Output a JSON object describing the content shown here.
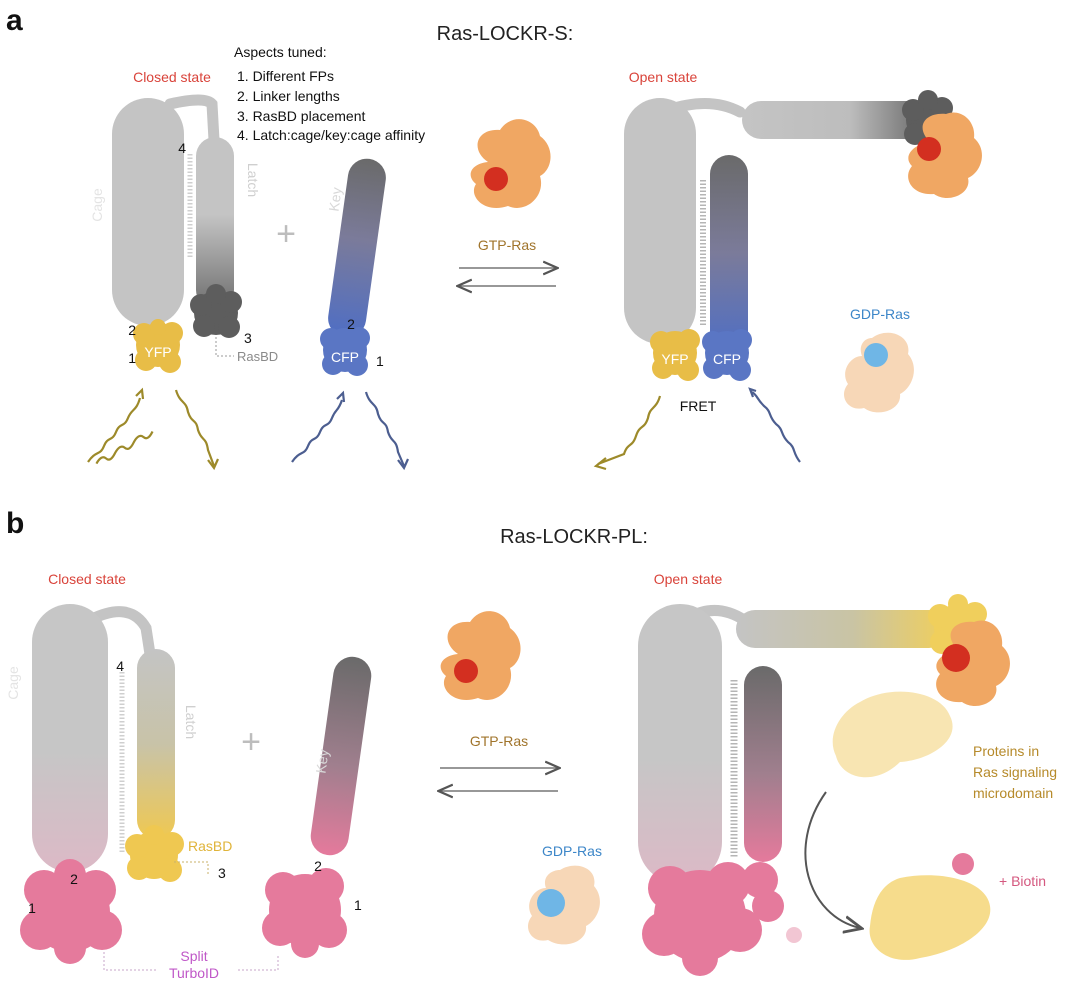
{
  "colors": {
    "cage": "#c4c4c4",
    "latch_dark": "#6f6f6f",
    "key_dark": "#6a6a6a",
    "yfp": "#e8bd47",
    "cfp": "#5a76c4",
    "ras": "#f0a763",
    "ras_pale": "#f7d7b7",
    "gtp_dot": "#d32f20",
    "gdp_dot": "#6fb6e6",
    "turbo": "#e57a9c",
    "title_red": "#d9433a",
    "gtp_label": "#a0742b",
    "gdp_label": "#3c86c8",
    "split_label": "#c058c8",
    "proteins_label": "#b68a2a",
    "wave_yellow": "#9d8a2a",
    "wave_blue": "#4c5e90"
  },
  "panel_a": {
    "letter": "a",
    "title": "Ras-LOCKR-S:",
    "closed_label": "Closed state",
    "open_label": "Open state",
    "aspects_heading": "Aspects tuned:",
    "aspects": [
      "1. Different FPs",
      "2. Linker lengths",
      "3. RasBD placement",
      "4. Latch:cage/key:cage affinity"
    ],
    "cage_label": "Cage",
    "latch_label": "Latch",
    "key_label": "Key",
    "plus": "+",
    "yfp": "YFP",
    "cfp": "CFP",
    "rasbd": "RasBD",
    "num_1": "1",
    "num_2": "2",
    "num_3": "3",
    "num_4": "4",
    "key_num_1": "1",
    "key_num_2": "2",
    "gtp_ras": "GTP-Ras",
    "gdp_ras": "GDP-Ras",
    "fret": "FRET",
    "open_yfp": "YFP",
    "open_cfp": "CFP"
  },
  "panel_b": {
    "letter": "b",
    "title": "Ras-LOCKR-PL:",
    "closed_label": "Closed state",
    "open_label": "Open state",
    "cage_label": "Cage",
    "latch_label": "Latch",
    "key_label": "Key",
    "plus": "+",
    "rasbd": "RasBD",
    "num_1": "1",
    "num_2": "2",
    "num_3": "3",
    "num_4": "4",
    "key_num_1": "1",
    "key_num_2": "2",
    "split_line1": "Split",
    "split_line2": "TurboID",
    "gtp_ras": "GTP-Ras",
    "gdp_ras": "GDP-Ras",
    "proteins_line1": "Proteins in",
    "proteins_line2": "Ras signaling",
    "proteins_line3": "microdomain",
    "biotin": "+ Biotin"
  }
}
